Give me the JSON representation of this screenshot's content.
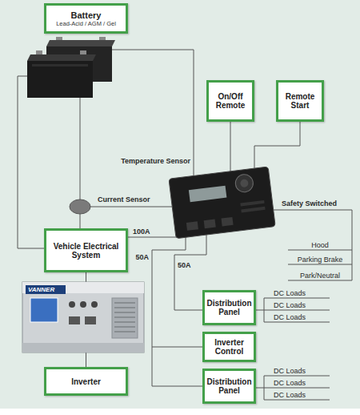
{
  "diagram": {
    "nodes": [
      {
        "text": [
          "Battery",
          "Lead-Acid / AGM / Gel"
        ]
      },
      {
        "text": [
          "On/Off Remote"
        ]
      },
      {
        "text": [
          "Remote Start"
        ]
      },
      {
        "text": [
          "Vehicle Electrical System"
        ]
      },
      {
        "text": [
          "Distribution Panel"
        ]
      },
      {
        "text": [
          "Inverter Control"
        ]
      },
      {
        "text": [
          "Distribution Panel"
        ]
      },
      {
        "text": [
          "Inverter"
        ]
      }
    ],
    "edges": [
      {
        "from": 3,
        "to": 7,
        "arrow": "none"
      }
    ],
    "labels": [
      "Temperature Sensor",
      "Current Sensor",
      "Safety Switched",
      "100A",
      "50A",
      "50A",
      "Hood",
      "Parking Brake",
      "Park/Neutral",
      "DC Loads",
      "DC Loads",
      "DC Loads",
      "DC Loads",
      "DC Loads",
      "DC Loads",
      "VANNER"
    ]
  }
}
